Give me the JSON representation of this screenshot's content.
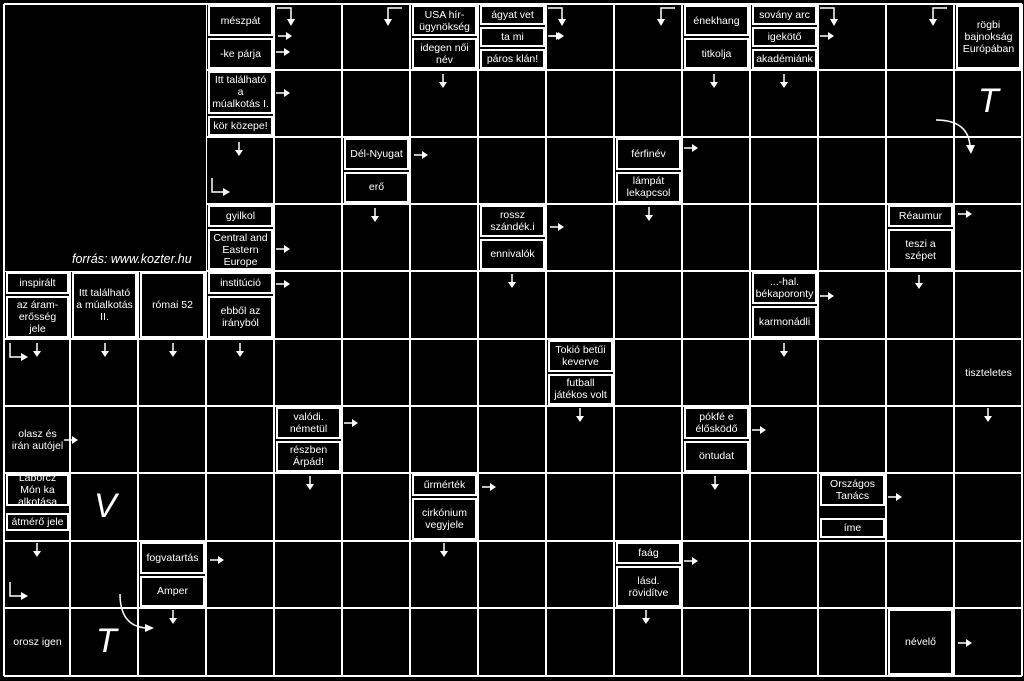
{
  "source": "forrás:  www.kozter.hu",
  "letters": {
    "t_top": "T",
    "v": "V",
    "t_bottom": "T"
  },
  "clues": {
    "meszpat": "mészpát",
    "ke_parja": "-ke párja",
    "itt_talalhato_1": "Itt található a\nmúalkotás I.",
    "kor_kozepe": "kör közepe!",
    "usa": "USA hír-\nügynökség",
    "idegen_noi_nev": "idegen női\nnév",
    "agyat_vet": "ágyat vet",
    "ta_mi": "ta mi",
    "paros_klan": "páros klán!",
    "enekhang": "énekhang",
    "titkolja": "titkolja",
    "sovany_arc": "sovány arc",
    "igekoto": "igekötő",
    "akademiank": "akadémiánk",
    "rogbi": "rögbi\nbajnokság\nEurópában",
    "del_nyugat": "Dél-Nyugat",
    "ero": "erő",
    "ferfinev": "férfinév",
    "lampat": "lámpát\nlekapcsol",
    "gyilkol": "gyilkol",
    "central": "Central and\nEastern\nEurope",
    "rossz": "rossz\nszándék.i",
    "ennivalok": "ennivalók",
    "reaumur": "Réaumur",
    "teszi": "teszi a\nszépet",
    "inspiralt": "inspirált",
    "az_aram": "az áram-\nerősség\njele",
    "itt_talalhato_2": "Itt található\na múalkotás\nII.",
    "romai_52": "római 52",
    "intezmeny": "institúció",
    "ebbol": "ebből az\nirányból",
    "hal": "...-hal.\nbékaporonty",
    "karmonadli": "karmonádli",
    "tokio": "Tokió betűi\nkeverve",
    "futball": "futball\njátékos volt",
    "tiszteletes": "tiszteletes",
    "olasz_es": "olasz és\nirán  autójel",
    "valodi": "valódi.\nnémetül",
    "reszben": "részben\nÁrpád!",
    "pokfe": "pókfé e\nélősködő",
    "ontudat": "öntudat",
    "laborcz": "Laborcz\nMón ka\nalkotása",
    "atmero": "átmérő jele",
    "urmertek": "űrmérték",
    "cirkonium": "cirkónium\nvegyjele",
    "orszagos": "Országos\nTanács",
    "ime": "íme",
    "fogvatartas": "fogvatartás",
    "amper": "Amper",
    "faag": "faág",
    "lasd": "lásd.\nrövidítve",
    "orosz_igen": "orosz igen",
    "nevelo": "névelő"
  },
  "colors": {
    "background": "#000000",
    "grid": "#ffffff"
  }
}
